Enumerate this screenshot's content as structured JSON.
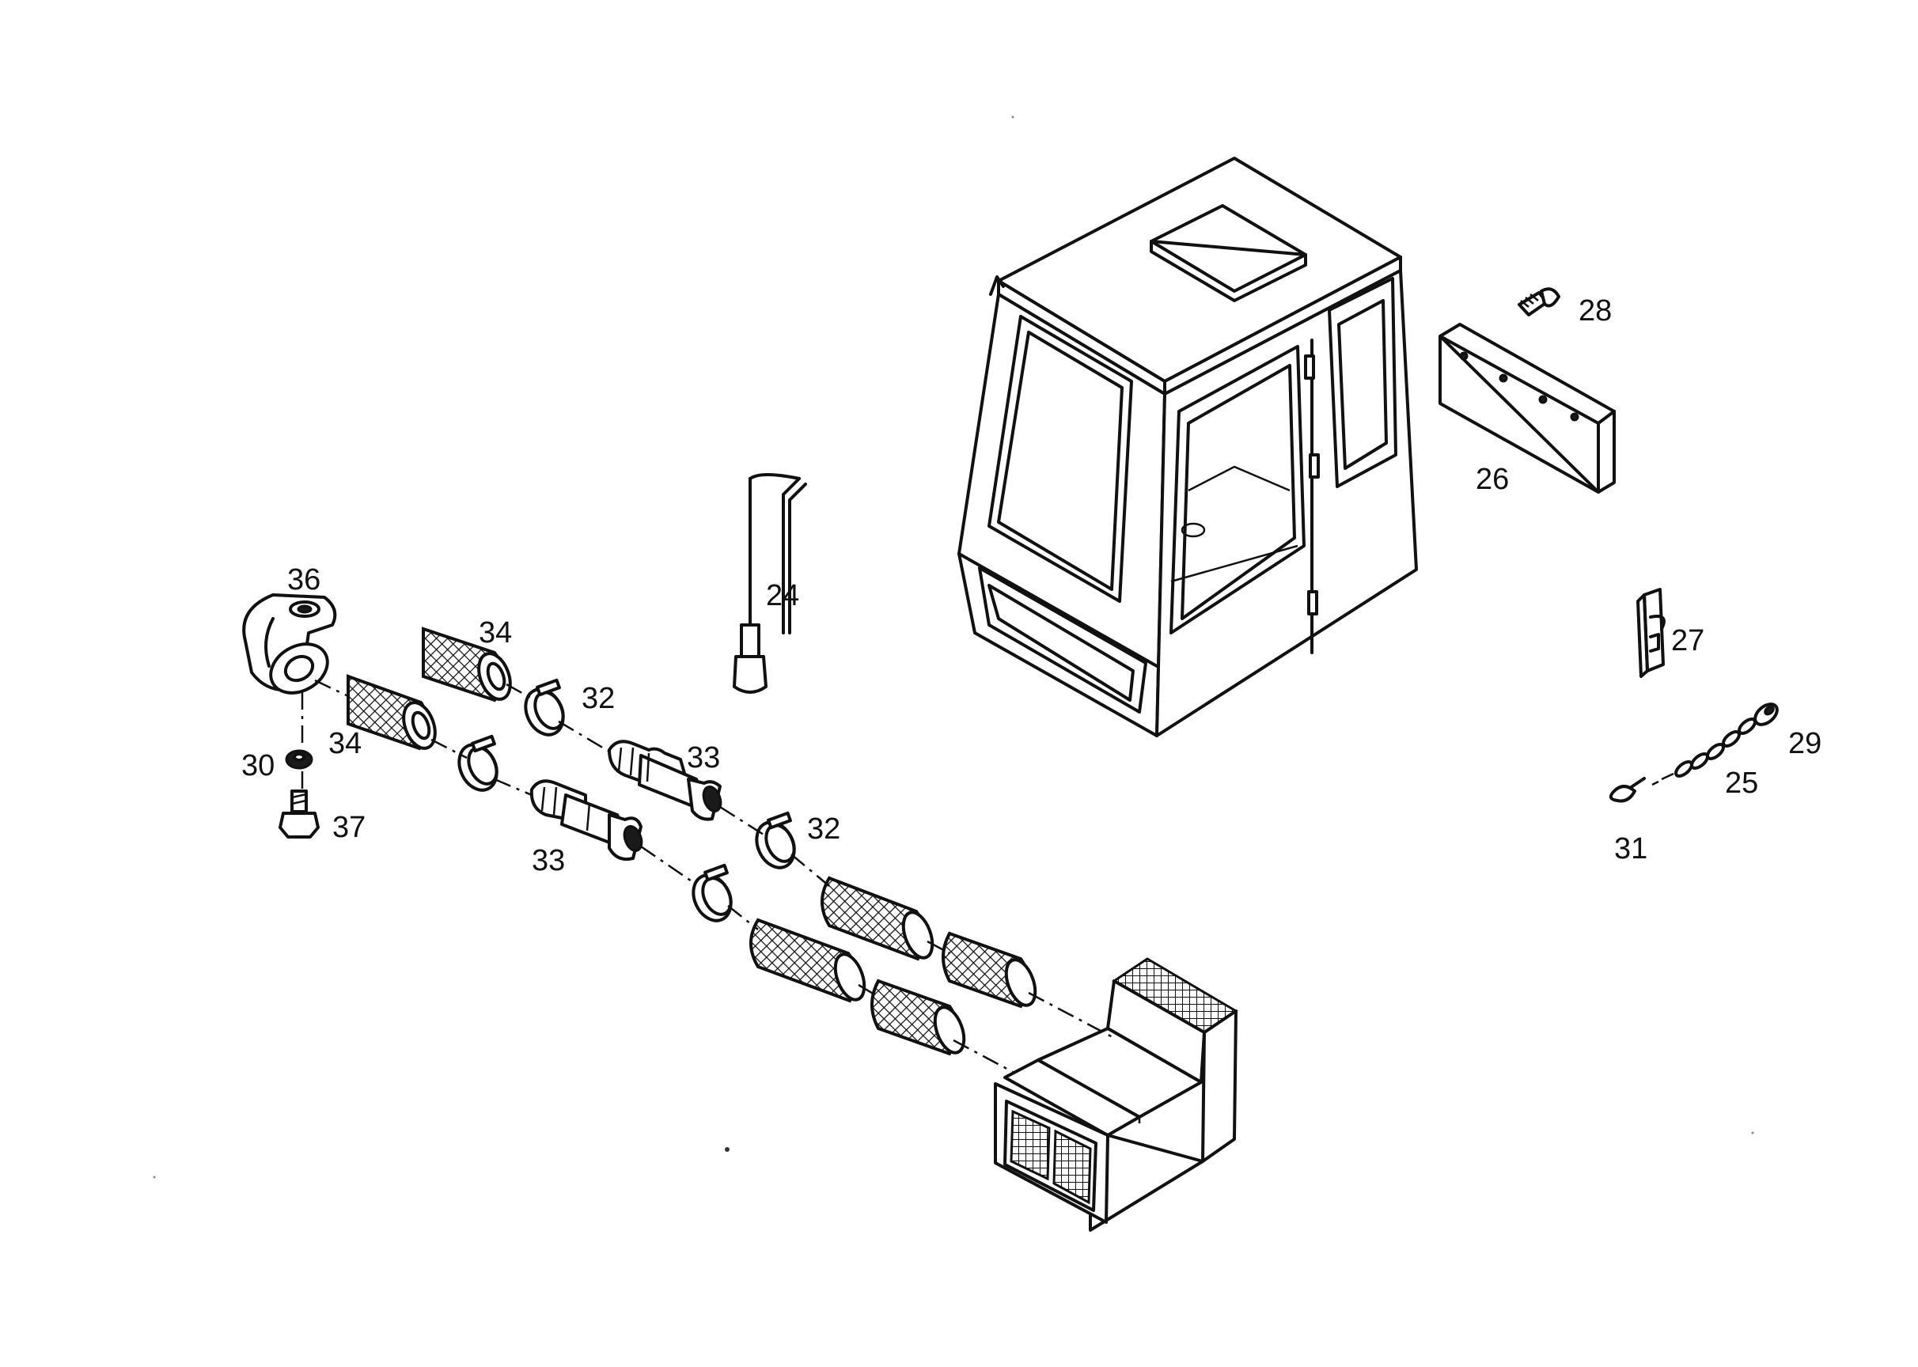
{
  "callouts": {
    "c24": "24",
    "c25": "25",
    "c26": "26",
    "c27": "27",
    "c28": "28",
    "c29": "29",
    "c30": "30",
    "c31": "31",
    "c32a": "32",
    "c32b": "32",
    "c33a": "33",
    "c33b": "33",
    "c34a": "34",
    "c34b": "34",
    "c36": "36",
    "c37": "37"
  },
  "colors": {
    "line": "#111111",
    "background": "#ffffff"
  }
}
